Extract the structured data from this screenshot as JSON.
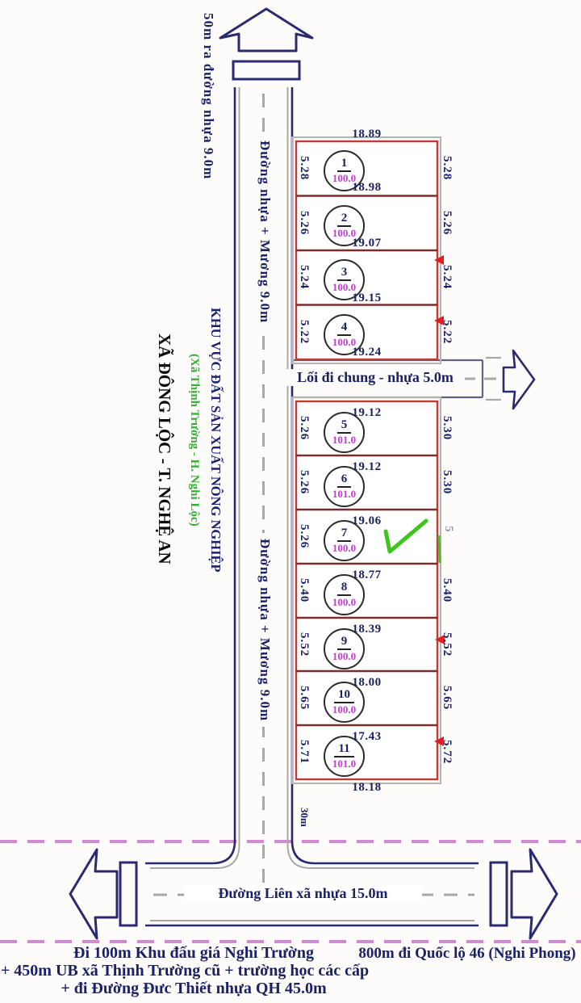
{
  "region_label": {
    "zone_title": "KHU VỰC ĐẤT SẢN XUẤT NÔNG NGHIỆP",
    "zone_subtitle": "(Xã Thịnh Trường - H. Nghi Lộc)",
    "commune_title": "XÃ ĐÔNG LỘC - T. NGHỆ AN"
  },
  "roads": {
    "north_exit_label": "50m ra đường nhựa 9.0m",
    "vertical_road_label_upper": "Đường nhựa + Mương 9.0m",
    "vertical_road_label_lower": "Đường nhựa + Mương 9.0m",
    "common_lane_label": "Lối đi chung - nhựa 5.0m",
    "main_road_label": "Đường Liên xã nhựa 15.0m",
    "south_segment_label": "30m"
  },
  "upper_block": {
    "top_dim": "18.89",
    "plots": [
      {
        "number": "1",
        "area": "100.0",
        "bottom_dim": "18.98",
        "left_dim": "5.28",
        "right_dim": "5.28"
      },
      {
        "number": "2",
        "area": "100.0",
        "bottom_dim": "19.07",
        "left_dim": "5.26",
        "right_dim": "5.26"
      },
      {
        "number": "3",
        "area": "100.0",
        "bottom_dim": "19.15",
        "left_dim": "5.24",
        "right_dim": "5.24"
      },
      {
        "number": "4",
        "area": "100.0",
        "bottom_dim": "19.24",
        "left_dim": "5.22",
        "right_dim": "5.22"
      }
    ]
  },
  "lower_block": {
    "bottom_dim": "18.18",
    "plots": [
      {
        "number": "5",
        "area": "101.0",
        "top_dim": "19.12",
        "left_dim": "5.26",
        "right_dim": "5.30"
      },
      {
        "number": "6",
        "area": "101.0",
        "top_dim": "19.12",
        "left_dim": "5.26",
        "right_dim": "5.30"
      },
      {
        "number": "7",
        "area": "100.0",
        "top_dim": "19.06",
        "left_dim": "5.26",
        "right_dim": "5"
      },
      {
        "number": "8",
        "area": "100.0",
        "top_dim": "18.77",
        "left_dim": "5.40",
        "right_dim": "5.40"
      },
      {
        "number": "9",
        "area": "100.0",
        "top_dim": "18.39",
        "left_dim": "5.52",
        "right_dim": "5.52"
      },
      {
        "number": "10",
        "area": "100.0",
        "top_dim": "18.00",
        "left_dim": "5.65",
        "right_dim": "5.65"
      },
      {
        "number": "11",
        "area": "101.0",
        "top_dim": "17.43",
        "left_dim": "5.71",
        "right_dim": "5.72"
      }
    ]
  },
  "footer": {
    "southwest_line1": "Đi 100m Khu đấu giá Nghi Trường",
    "southwest_line2": "+ 450m UB xã Thịnh Trường cũ + trường học các cấp",
    "southwest_line3": "+ đi Đường Đưc Thiết nhựa QH 45.0m",
    "southeast_text": "800m đi Quốc lộ 46 (Nghi Phong)"
  },
  "colors": {
    "road_outline": "#2a2a72",
    "road_inner_gray": "#a0a0a0",
    "plot_border": "#c23a35",
    "plot_divider": "#7e2b2b",
    "area_text": "#c13fd0",
    "dim_text": "#1b2166",
    "zone_subtitle_green": "#2fae2f",
    "boundary_pink": "#cf8ad2",
    "check_green": "#3ec41e",
    "mark_red": "#e21f1f"
  }
}
